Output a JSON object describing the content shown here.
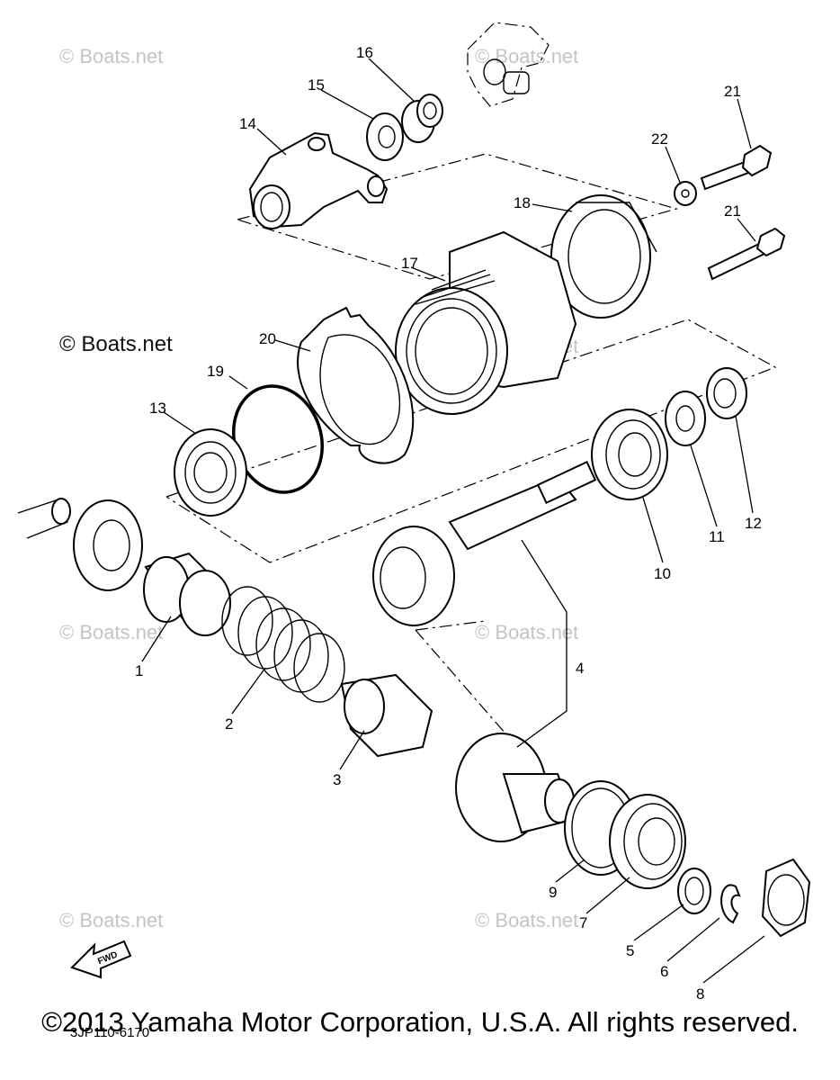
{
  "watermark_dark": "© Boats.net",
  "watermark_light": "© Boats.net",
  "diagram_code": "3JP110-6170",
  "fwd_label": "FWD",
  "copyright": "©2013 Yamaha Motor Corporation, U.S.A. All rights reserved.",
  "callouts": {
    "p1": "1",
    "p2": "2",
    "p3": "3",
    "p4": "4",
    "p5": "5",
    "p6": "6",
    "p7": "7",
    "p8": "8",
    "p9": "9",
    "p10": "10",
    "p11": "11",
    "p12": "12",
    "p13": "13",
    "p14": "14",
    "p15": "15",
    "p16": "16",
    "p17": "17",
    "p18": "18",
    "p19": "19",
    "p20": "20",
    "p21a": "21",
    "p21b": "21",
    "p22": "22"
  }
}
